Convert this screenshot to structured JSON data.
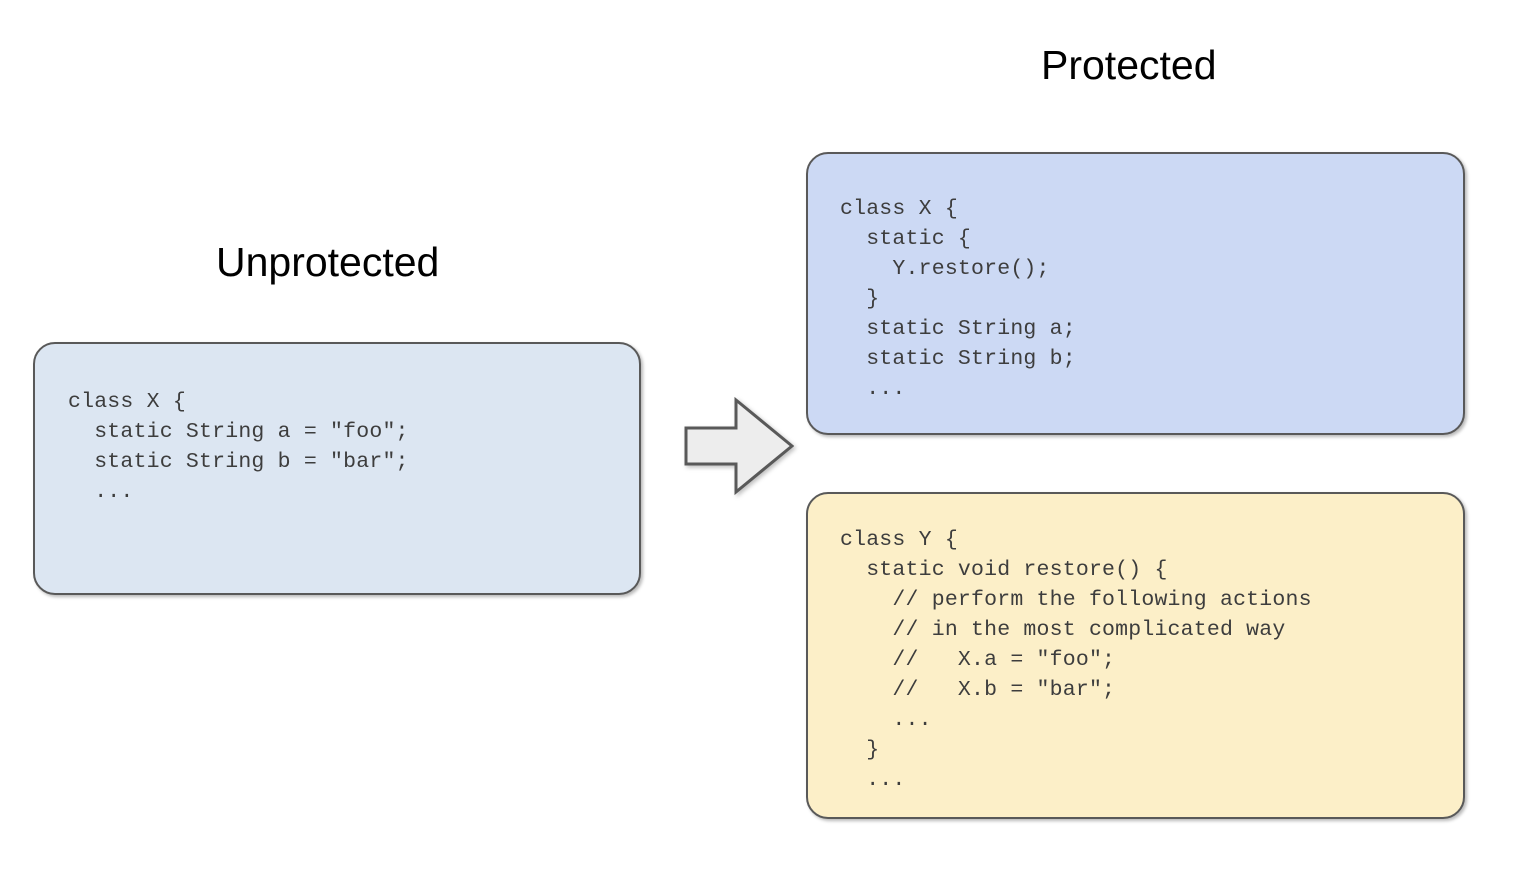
{
  "diagram": {
    "background_color": "#ffffff",
    "headings": {
      "left": "Unprotected",
      "right": "Protected"
    },
    "arrow": {
      "icon": "right-block-arrow-icon",
      "fill_color": "#ededed",
      "stroke_color": "#595959"
    },
    "boxes": [
      {
        "id": "unprotected",
        "fill_color": "#dce6f2",
        "border_color": "#595959",
        "text_color": "#3d3d3d",
        "code": "class X {\n  static String a = \"foo\";\n  static String b = \"bar\";\n  ..."
      },
      {
        "id": "protected-x",
        "fill_color": "#ccd9f4",
        "border_color": "#595959",
        "text_color": "#3d3d3d",
        "code": "class X {\n  static {\n    Y.restore();\n  }\n  static String a;\n  static String b;\n  ..."
      },
      {
        "id": "protected-y",
        "fill_color": "#fcefc8",
        "border_color": "#595959",
        "text_color": "#3d3d3d",
        "code": "class Y {\n  static void restore() {\n    // perform the following actions\n    // in the most complicated way\n    //   X.a = \"foo\";\n    //   X.b = \"bar\";\n    ...\n  }\n  ..."
      }
    ]
  }
}
